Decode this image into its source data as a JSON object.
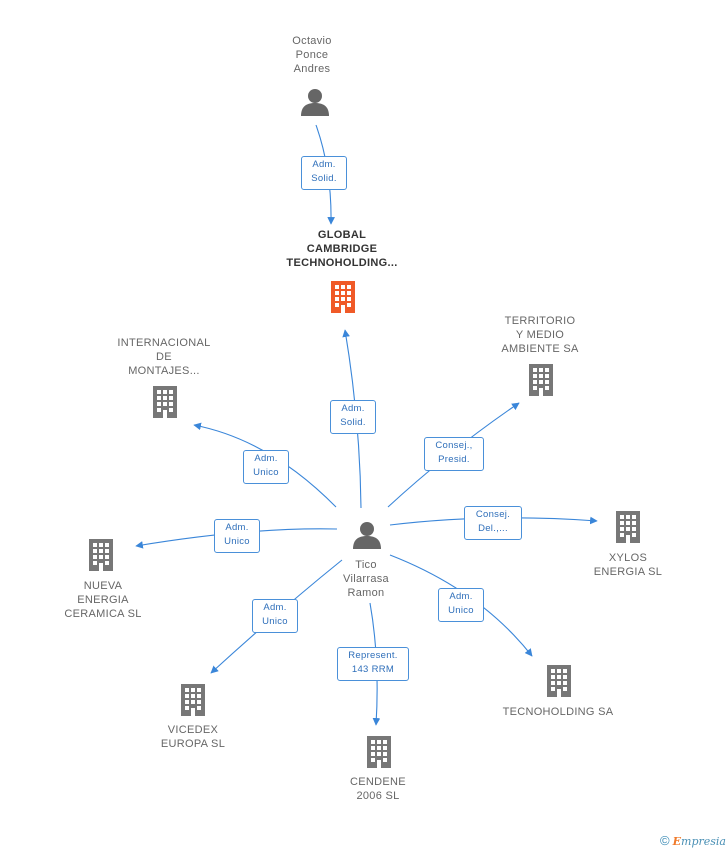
{
  "nodes": {
    "octavio": "Octavio\nPonce\nAndres",
    "global": "GLOBAL\nCAMBRIDGE\nTECHNOHOLDING...",
    "territorio": "TERRITORIO\nY MEDIO\nAMBIENTE SA",
    "internacional": "INTERNACIONAL\nDE\nMONTAJES...",
    "xylos": "XYLOS\nENERGIA SL",
    "nueva": "NUEVA\nENERGIA\nCERAMICA SL",
    "tico": "Tico\nVilarrasa\nRamon",
    "vicedex": "VICEDEX\nEUROPA SL",
    "tecnoholding": "TECNOHOLDING SA",
    "cendene": "CENDENE\n2006 SL"
  },
  "relations": {
    "octavio_global": "Adm.\nSolid.",
    "tico_global": "Adm.\nSolid.",
    "tico_internacional": "Adm.\nUnico",
    "tico_territorio": "Consej.,\nPresid.",
    "tico_nueva": "Adm.\nUnico",
    "tico_xylos": "Consej.\nDel.,...",
    "tico_vicedex": "Adm.\nUnico",
    "tico_tecnoholding": "Adm.\nUnico",
    "tico_cendene": "Represent.\n143 RRM"
  },
  "footer": {
    "copyright": "©",
    "brand_initial": "E",
    "brand_rest": "mpresia"
  },
  "colors": {
    "edge": "#3a86d9",
    "company": "#777777",
    "focus_company": "#f05a28",
    "person": "#666666"
  }
}
